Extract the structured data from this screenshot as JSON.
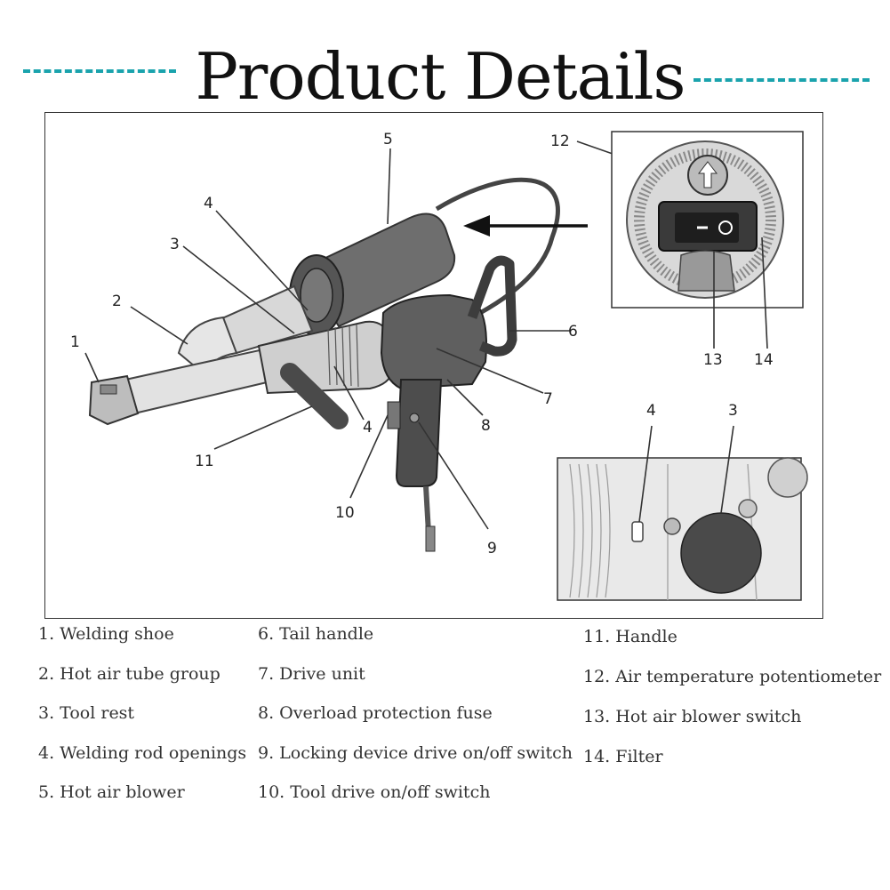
{
  "header": {
    "title": "Product Details",
    "accent_color": "#1aa3ad"
  },
  "diagram": {
    "callouts": [
      "5",
      "4",
      "3",
      "2",
      "1",
      "12",
      "6",
      "7",
      "8",
      "11",
      "4",
      "10",
      "9",
      "13",
      "14",
      "4",
      "3"
    ],
    "icons": [
      "welding-gun-illustration",
      "control-panel-inset",
      "tool-rest-inset",
      "direction-arrow"
    ]
  },
  "legend": {
    "items": [
      "1. Welding shoe",
      "2. Hot air tube group",
      "3. Tool rest",
      "4. Welding rod openings",
      "5. Hot air blower",
      "6. Tail handle",
      "7. Drive unit",
      "8. Overload protection fuse",
      "9. Locking device drive on/off switch",
      "10. Tool drive on/off switch",
      "11. Handle",
      "12. Air temperature potentiometer",
      "13. Hot air blower switch",
      "14. Filter"
    ]
  }
}
